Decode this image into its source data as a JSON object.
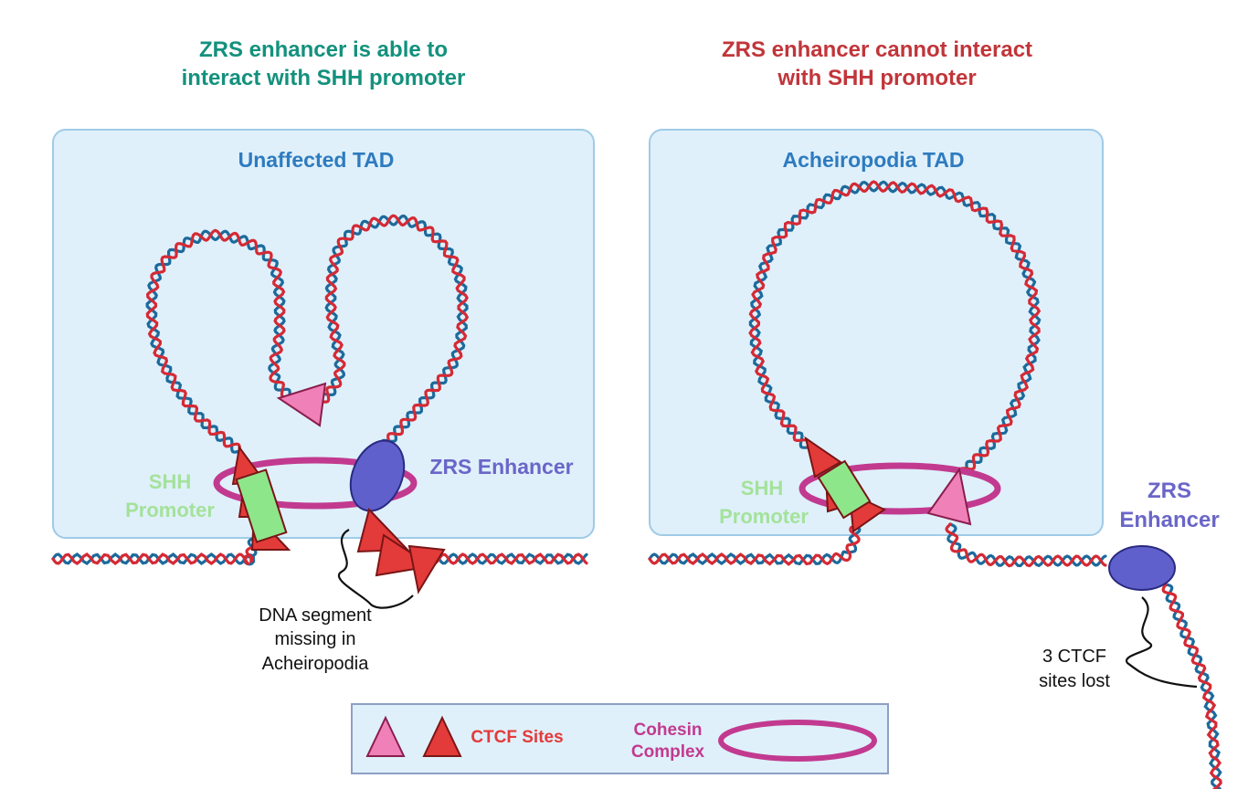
{
  "colors": {
    "teal": "#13917d",
    "crimson": "#c1353a",
    "tad_fill": "#dff0fb",
    "tad_stroke": "#9fcbe6",
    "tad_label": "#2e7bbf",
    "dna_red": "#d42a35",
    "dna_blue": "#1c6a9c",
    "cohesin": "#c23a8f",
    "enhancer": "#6060cc",
    "enhancer_label": "#6a66c8",
    "promoter_fill": "#8ee68a",
    "promoter_label": "#a4e29a",
    "ctcf_red": "#e33a3a",
    "ctcf_pink": "#f080b8"
  },
  "left_panel": {
    "heading_line1": "ZRS enhancer is able to",
    "heading_line2": "interact with SHH promoter",
    "tad_label": "Unaffected TAD",
    "promoter_label_line1": "SHH",
    "promoter_label_line2": "Promoter",
    "enhancer_label": "ZRS Enhancer",
    "annotation_line1": "DNA segment",
    "annotation_line2": "missing in",
    "annotation_line3": "Acheiropodia"
  },
  "right_panel": {
    "heading_line1": "ZRS enhancer cannot interact",
    "heading_line2": "with SHH promoter",
    "tad_label": "Acheiropodia TAD",
    "promoter_label_line1": "SHH",
    "promoter_label_line2": "Promoter",
    "enhancer_label_line1": "ZRS",
    "enhancer_label_line2": "Enhancer",
    "annotation_line1": "3 CTCF",
    "annotation_line2": "sites lost"
  },
  "legend": {
    "ctcf_label": "CTCF Sites",
    "cohesin_label_line1": "Cohesin",
    "cohesin_label_line2": "Complex"
  }
}
